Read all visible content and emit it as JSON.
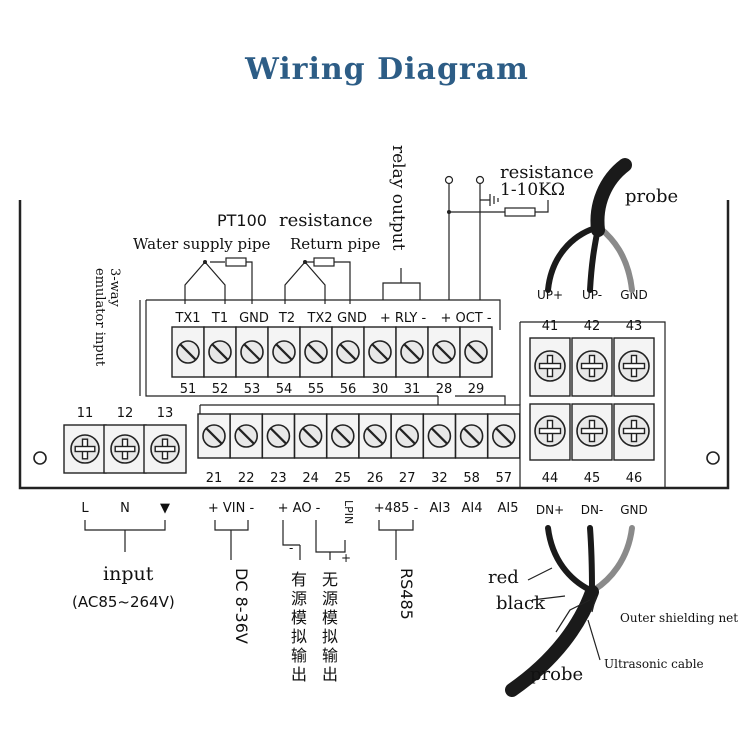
{
  "title": "Wiring Diagram",
  "labels": {
    "pt100": "PT100",
    "resistance_top": "resistance",
    "water_supply_pipe": "Water supply pipe",
    "return_pipe": "Return pipe",
    "relay_output": "relay output",
    "resistance_right": "resistance",
    "resistance_range": "1-10KΩ",
    "probe_top": "probe",
    "emulator_input": "3-way emulator input",
    "input": "input",
    "input_range": "(AC85~264V)",
    "dc_range": "DC 8-36V",
    "analog_active": "有源模拟输出",
    "analog_passive": "无源模拟输出",
    "rs485": "RS485",
    "red": "red",
    "black": "black",
    "outer_shielding_net": "Outer shielding net",
    "ultrasonic_cable": "Ultrasonic cable",
    "probe_bottom": "probe",
    "aux_plus": "+",
    "aux_minus": "-"
  },
  "upper_row": [
    {
      "label": "TX1",
      "number": "51"
    },
    {
      "label": "T1",
      "number": "52"
    },
    {
      "label": "GND",
      "number": "53"
    },
    {
      "label": "T2",
      "number": "54"
    },
    {
      "label": "TX2",
      "number": "55"
    },
    {
      "label": "GND",
      "number": "56"
    },
    {
      "label": "+",
      "number": "30"
    },
    {
      "label": "RLY",
      "number": ""
    },
    {
      "label": "-",
      "number": "31"
    },
    {
      "label": "+",
      "number": "28"
    },
    {
      "label": "OCT",
      "number": ""
    },
    {
      "label": "-",
      "number": "29"
    }
  ],
  "upper_terminals": [
    {
      "number": "51"
    },
    {
      "number": "52"
    },
    {
      "number": "53"
    },
    {
      "number": "54"
    },
    {
      "number": "55"
    },
    {
      "number": "56"
    },
    {
      "number": "30"
    },
    {
      "number": "31"
    },
    {
      "number": "28"
    },
    {
      "number": "29"
    }
  ],
  "upper_labels": [
    "TX1",
    "T1",
    "GND",
    "T2",
    "TX2",
    "GND",
    "+  RLY  -",
    "+  OCT  -"
  ],
  "power_terminals": [
    {
      "number": "11",
      "label": "L"
    },
    {
      "number": "12",
      "label": "N"
    },
    {
      "number": "13",
      "label": "▼"
    }
  ],
  "lower_terminals": [
    {
      "number": "21"
    },
    {
      "number": "22"
    },
    {
      "number": "23"
    },
    {
      "number": "24"
    },
    {
      "number": "25"
    },
    {
      "number": "26"
    },
    {
      "number": "27"
    },
    {
      "number": "32"
    },
    {
      "number": "58"
    },
    {
      "number": "57"
    }
  ],
  "lower_labels": [
    "+ VIN -",
    "+ AO -",
    "LPIN",
    "+485 -",
    "AI3",
    "AI4",
    "AI5"
  ],
  "probe_up_terminals": [
    {
      "number": "41",
      "label": "UP+"
    },
    {
      "number": "42",
      "label": "UP-"
    },
    {
      "number": "43",
      "label": "GND"
    }
  ],
  "probe_dn_terminals": [
    {
      "number": "44",
      "label": "DN+"
    },
    {
      "number": "45",
      "label": "DN-"
    },
    {
      "number": "46",
      "label": "GND"
    }
  ]
}
